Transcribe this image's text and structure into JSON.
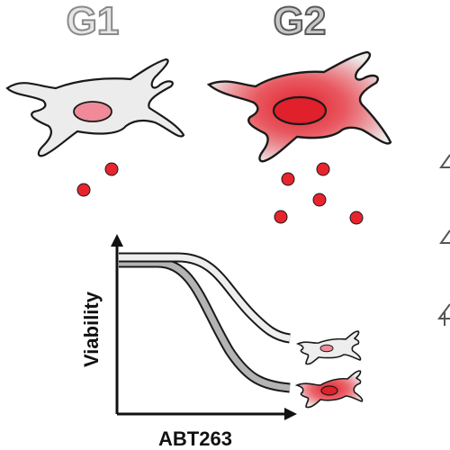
{
  "panels": [
    {
      "label": "G1",
      "label_fill": "#e6e6e6",
      "label_stroke": "#8a8a8a"
    },
    {
      "label": "G2",
      "label_fill": "#c8c8c8",
      "label_stroke": "#5a5a5a"
    }
  ],
  "plot": {
    "ylabel": "Viability",
    "xlabel": "ABT263"
  },
  "colors": {
    "cell_body": "#ececec",
    "cell_outline": "#1a1a1a",
    "g1_nucleus": "#f08a98",
    "g2_red": "#e0202a",
    "secreted_dot": "#e8242c",
    "curve_g1": "#eeeeee",
    "curve_g2": "#b4b4b4"
  },
  "icons": [
    "g1-cell-icon",
    "g2-cell-icon",
    "secreted-factor-dot-icon",
    "small-g1-cell-icon",
    "small-g2-cell-icon"
  ]
}
